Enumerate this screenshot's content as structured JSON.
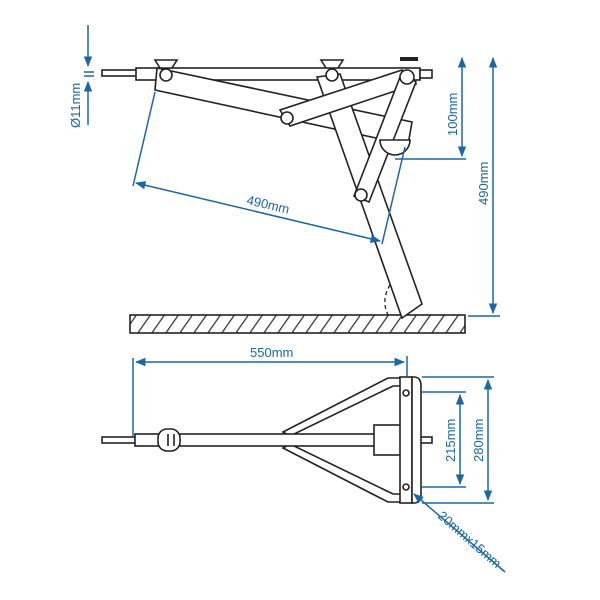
{
  "colors": {
    "dimension": "#1a66a8",
    "outline": "#222222"
  },
  "side_view": {
    "rod_diameter": "Ø11mm",
    "leg_length": "490mm",
    "offset_height": "100mm",
    "total_height": "490mm"
  },
  "top_view": {
    "length": "550mm",
    "inner_width": "215mm",
    "outer_width": "280mm",
    "section": "20mmx15mm"
  }
}
